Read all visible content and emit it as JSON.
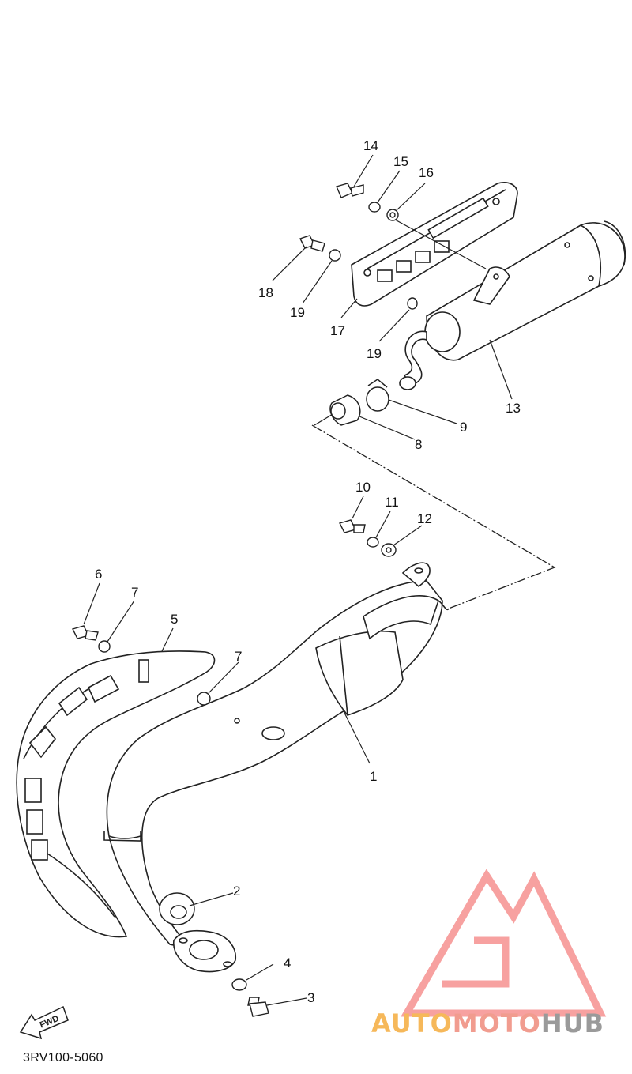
{
  "diagram": {
    "catalog_code": "3RV100-5060",
    "fwd_label": "FWD",
    "brand": {
      "part1": "AUTO",
      "part2": "MOTO",
      "part3": "HUB",
      "colors": {
        "auto": "#f6b85a",
        "moto": "#f19c8f",
        "hub": "#9a9a9a",
        "logo": "#f7a1a0"
      }
    },
    "callouts": [
      {
        "id": "1",
        "label": "1"
      },
      {
        "id": "2",
        "label": "2"
      },
      {
        "id": "3",
        "label": "3"
      },
      {
        "id": "4",
        "label": "4"
      },
      {
        "id": "5",
        "label": "5"
      },
      {
        "id": "6",
        "label": "6"
      },
      {
        "id": "7a",
        "label": "7"
      },
      {
        "id": "7b",
        "label": "7"
      },
      {
        "id": "8",
        "label": "8"
      },
      {
        "id": "9",
        "label": "9"
      },
      {
        "id": "10",
        "label": "10"
      },
      {
        "id": "11",
        "label": "11"
      },
      {
        "id": "12",
        "label": "12"
      },
      {
        "id": "13",
        "label": "13"
      },
      {
        "id": "14",
        "label": "14"
      },
      {
        "id": "15",
        "label": "15"
      },
      {
        "id": "16",
        "label": "16"
      },
      {
        "id": "17",
        "label": "17"
      },
      {
        "id": "18",
        "label": "18"
      },
      {
        "id": "19a",
        "label": "19"
      },
      {
        "id": "19b",
        "label": "19"
      }
    ]
  }
}
